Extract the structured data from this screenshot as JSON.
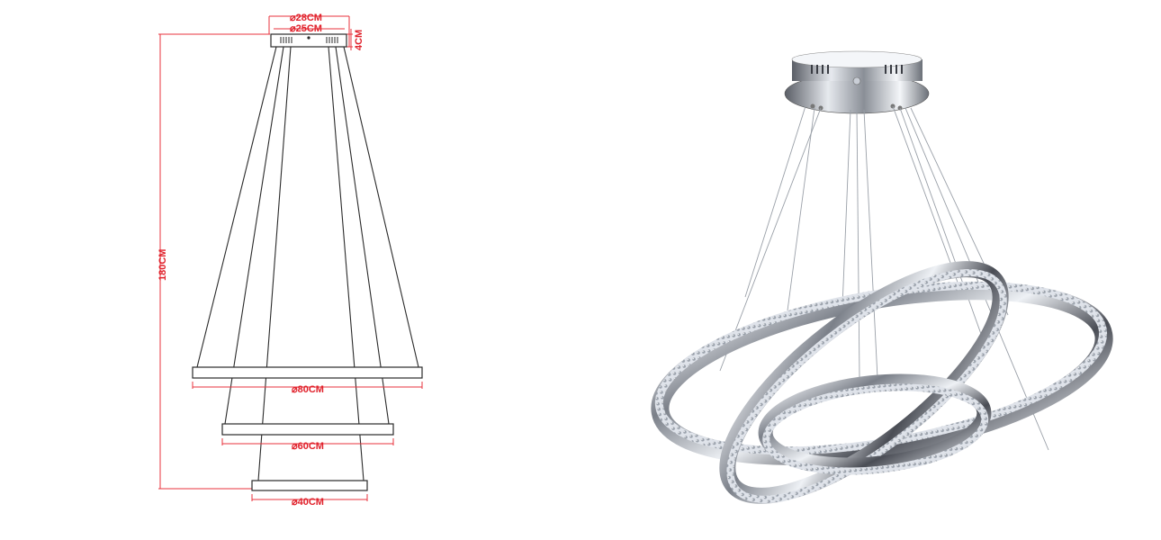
{
  "diagram": {
    "canopy_outer_diameter": "⌀28CM",
    "canopy_inner_diameter": "⌀25CM",
    "canopy_height": "4CM",
    "total_height": "180CM",
    "ring_large_diameter": "⌀80CM",
    "ring_medium_diameter": "⌀60CM",
    "ring_small_diameter": "⌀40CM"
  },
  "colors": {
    "dimension": "#e0202a",
    "outline": "#2a2a2a",
    "chrome_dark": "#4a4d55",
    "chrome_light": "#e9ecf1"
  }
}
